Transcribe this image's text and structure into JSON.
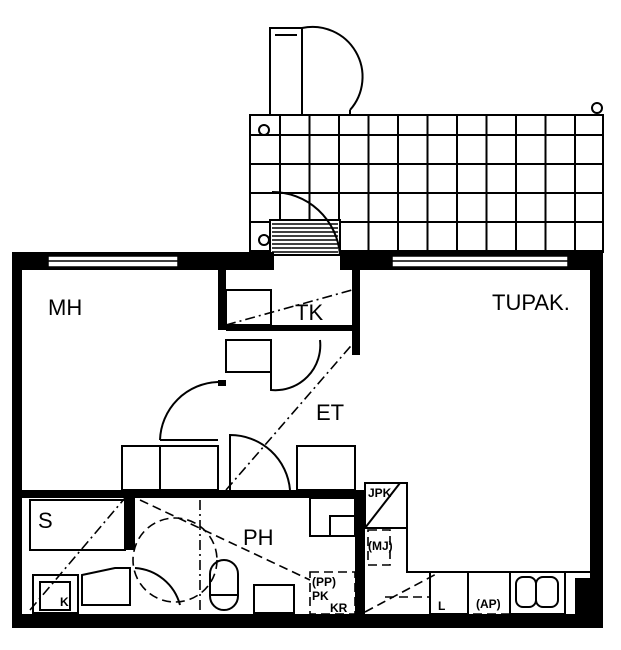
{
  "rooms": {
    "mh": "MH",
    "tk": "TK",
    "tupak": "TUPAK.",
    "et": "ET",
    "s": "S",
    "ph": "PH"
  },
  "fixtures": {
    "jpk": "JPK",
    "mj": "(MJ)",
    "pp": "(PP)",
    "pk": "PK",
    "kr": "KR",
    "l": "L",
    "ap": "(AP)",
    "k": "K"
  }
}
